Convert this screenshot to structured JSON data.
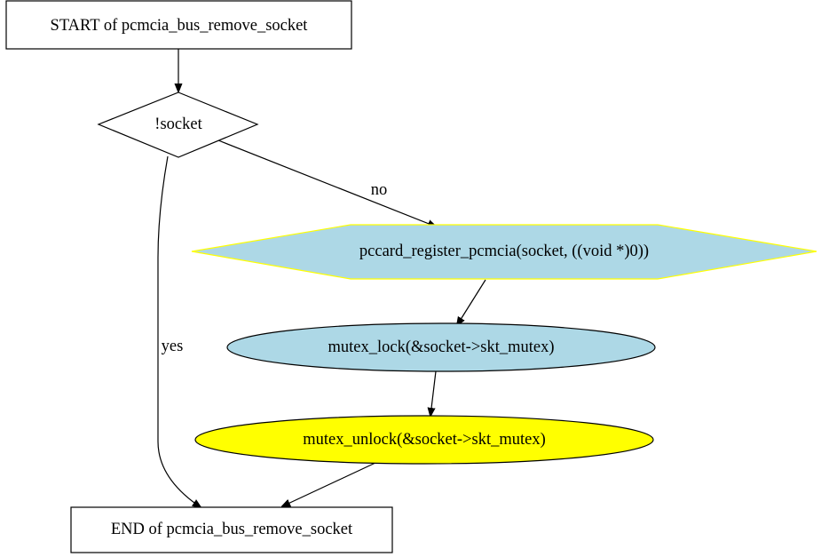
{
  "diagram": {
    "nodes": {
      "start": {
        "label": "START of pcmcia_bus_remove_socket",
        "shape": "box"
      },
      "cond": {
        "label": "!socket",
        "shape": "diamond"
      },
      "call1": {
        "label": "pccard_register_pcmcia(socket, ((void *)0))",
        "shape": "hexagon",
        "fill": "#add8e6",
        "stroke": "#ffff00"
      },
      "lock": {
        "label": "mutex_lock(&socket->skt_mutex)",
        "shape": "ellipse",
        "fill": "#add8e6"
      },
      "unlock": {
        "label": "mutex_unlock(&socket->skt_mutex)",
        "shape": "ellipse",
        "fill": "#ffff00"
      },
      "end": {
        "label": "END of pcmcia_bus_remove_socket",
        "shape": "box"
      }
    },
    "edges": {
      "start_to_cond": {
        "from": "start",
        "to": "cond",
        "label": ""
      },
      "cond_no": {
        "from": "cond",
        "to": "call1",
        "label": "no"
      },
      "cond_yes": {
        "from": "cond",
        "to": "end",
        "label": "yes"
      },
      "call1_to_lock": {
        "from": "call1",
        "to": "lock",
        "label": ""
      },
      "lock_to_unlock": {
        "from": "lock",
        "to": "unlock",
        "label": ""
      },
      "unlock_to_end": {
        "from": "unlock",
        "to": "end",
        "label": ""
      }
    }
  }
}
